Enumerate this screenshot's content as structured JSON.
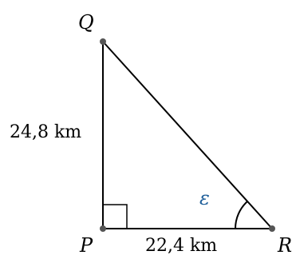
{
  "vertices": {
    "p": "P",
    "q": "Q",
    "r": "R"
  },
  "sides": {
    "pq": "24,8 km",
    "pr": "22,4 km"
  },
  "angle": {
    "r_label": "ε"
  },
  "colors": {
    "line": "#000000",
    "vertex_dot": "#555555",
    "angle_label": "#1f5f9a"
  }
}
